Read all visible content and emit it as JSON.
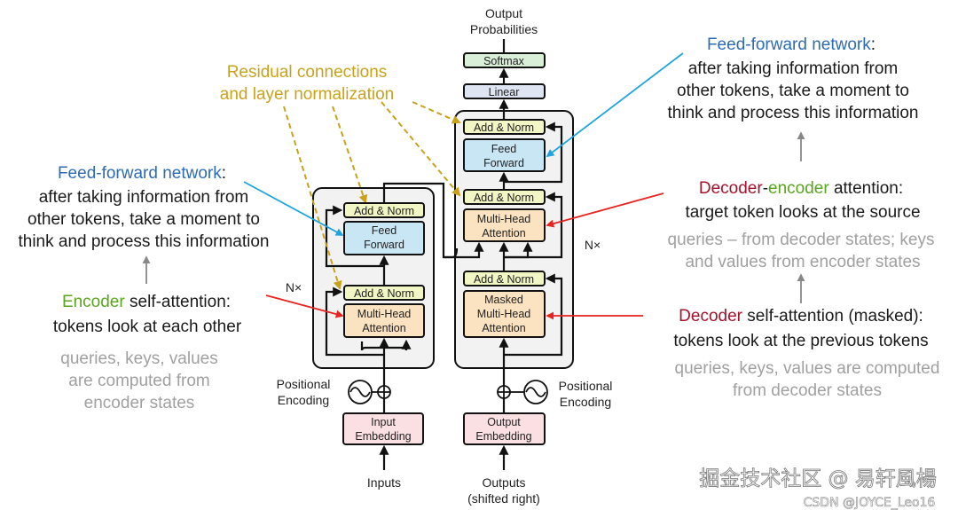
{
  "diagram": {
    "top_label": [
      "Output",
      "Probabilities"
    ],
    "softmax": "Softmax",
    "linear": "Linear",
    "add_norm": "Add & Norm",
    "feed_forward": [
      "Feed",
      "Forward"
    ],
    "multi_head_attention": [
      "Multi-Head",
      "Attention"
    ],
    "masked_mha": [
      "Masked",
      "Multi-Head",
      "Attention"
    ],
    "nx": "N×",
    "positional_encoding": [
      "Positional",
      "Encoding"
    ],
    "input_embedding": [
      "Input",
      "Embedding"
    ],
    "output_embedding": [
      "Output",
      "Embedding"
    ],
    "inputs": "Inputs",
    "outputs": [
      "Outputs",
      "(shifted right)"
    ]
  },
  "annotations": {
    "residual": [
      "Residual connections",
      "and layer normalization"
    ],
    "ff_title": "Feed-forward network",
    "ff_colon": ":",
    "ff_body": [
      "after taking information from",
      "other tokens, take a moment to",
      "think and process this information"
    ],
    "dec_enc": {
      "part1": "Decoder",
      "dash": "-",
      "part2": "encoder",
      "rest": " attention:",
      "body": "target token looks at the source",
      "note": [
        "queries – from decoder states; keys",
        "and values from encoder states"
      ]
    },
    "dec_self": {
      "title": "Decoder",
      "rest": " self-attention (masked):",
      "body": "tokens look at the previous tokens",
      "note": [
        "queries, keys, values are computed",
        "from decoder states"
      ]
    },
    "enc_self": {
      "title": "Encoder",
      "rest": " self-attention:",
      "body": "tokens look at each other",
      "note": [
        "queries, keys, values",
        "are computed from",
        "encoder states"
      ]
    }
  },
  "watermark": {
    "main": "掘金技术社区 @ 易轩風楊",
    "sub": "CSDN @JOYCE_Leo16"
  },
  "colors": {
    "blue": "#2d6bb5",
    "green": "#5aa51e",
    "red_title": "#a5122b",
    "gold": "#c9a21c",
    "arrow_blue": "#1fa5dd",
    "arrow_red": "#e8231f",
    "ff_fill": "#c9e6f5",
    "attn_fill": "#fbe2c0",
    "norm_fill": "#f2f5c4",
    "emb_fill": "#fbe0e3",
    "softmax_fill": "#d9efd8",
    "linear_fill": "#dfe4f3"
  }
}
